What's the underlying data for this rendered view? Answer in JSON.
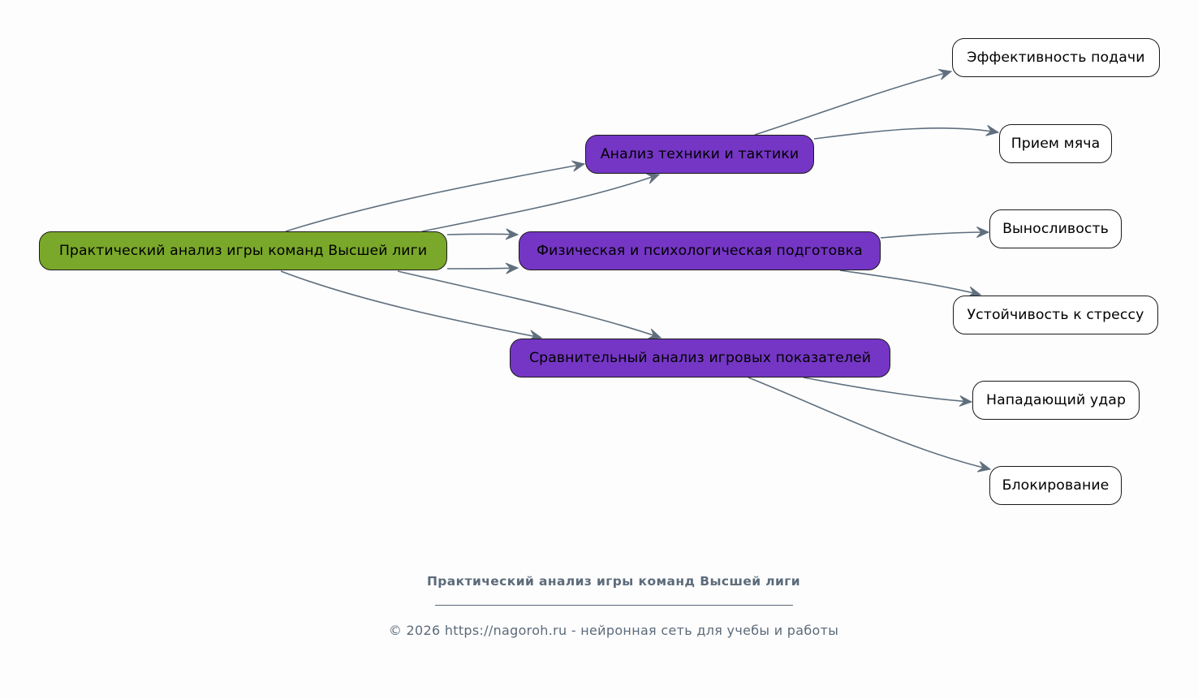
{
  "diagram": {
    "type": "mind-map",
    "edge_color": "#5f6f7e",
    "colors": {
      "root_fill": "#7aa82a",
      "branch_fill": "#7536c5",
      "leaf_fill": "#ffffff",
      "border": "#1a1a1a",
      "background": "#fdfdfd"
    },
    "nodes": {
      "root": "Практический анализ игры команд Высшей лиги",
      "tech": "Анализ техники и тактики",
      "phys": "Физическая и психологическая подготовка",
      "comp": "Сравнительный анализ игровых показателей",
      "serve": "Эффективность подачи",
      "recv": "Прием мяча",
      "endur": "Выносливость",
      "stress": "Устойчивость к стрессу",
      "attack": "Нападающий удар",
      "block": "Блокирование"
    },
    "edges": [
      {
        "from": "root",
        "to": "tech"
      },
      {
        "from": "root",
        "to": "tech"
      },
      {
        "from": "root",
        "to": "phys"
      },
      {
        "from": "root",
        "to": "phys"
      },
      {
        "from": "root",
        "to": "comp"
      },
      {
        "from": "root",
        "to": "comp"
      },
      {
        "from": "tech",
        "to": "serve"
      },
      {
        "from": "tech",
        "to": "recv"
      },
      {
        "from": "phys",
        "to": "endur"
      },
      {
        "from": "phys",
        "to": "stress"
      },
      {
        "from": "comp",
        "to": "attack"
      },
      {
        "from": "comp",
        "to": "block"
      }
    ]
  },
  "footer": {
    "title": "Практический анализ игры команд Высшей лиги",
    "separator": "________________________________________________",
    "copyright": "© 2026 https://nagoroh.ru - нейронная сеть для учебы и работы"
  }
}
